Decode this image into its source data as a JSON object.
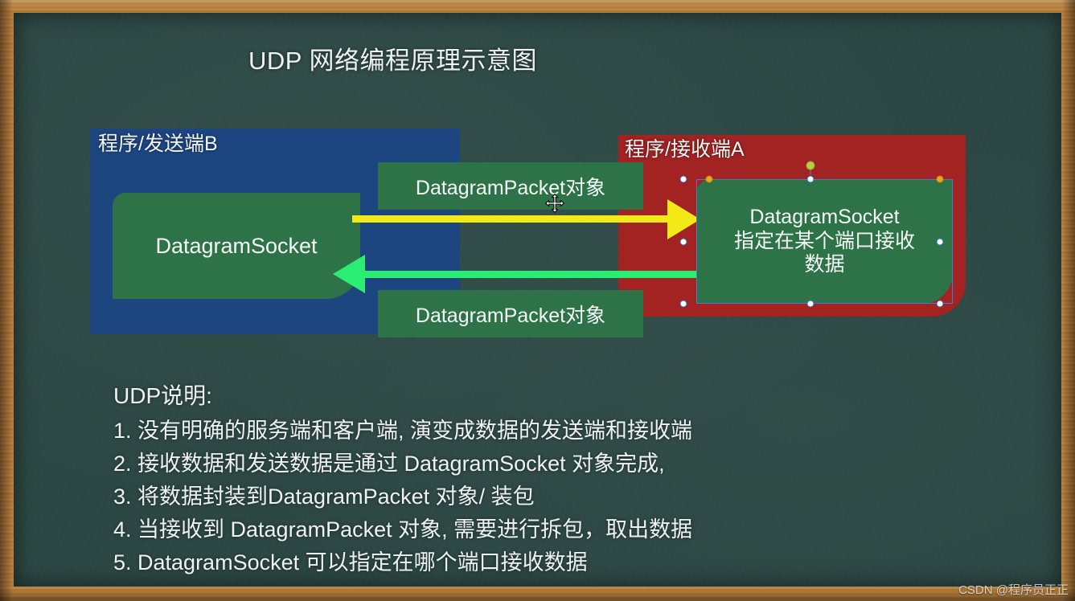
{
  "slide": {
    "title": "UDP 网络编程原理示意图",
    "watermark": "CSDN @程序员正正"
  },
  "diagram": {
    "sender": {
      "label": "程序/发送端B",
      "socket_label": "DatagramSocket",
      "panel_color": "#1d4580",
      "socket_color": "#2e7247"
    },
    "receiver": {
      "label": "程序/接收端A",
      "socket_line1": "DatagramSocket",
      "socket_line2": "指定在某个端口接收",
      "socket_line3": "数据",
      "panel_color": "#a32222",
      "socket_color": "#2e7247"
    },
    "packet_top_label": "DatagramPacket对象",
    "packet_bottom_label": "DatagramPacket对象",
    "arrow_send_color": "#f2e916",
    "arrow_receive_color": "#2aee74",
    "selection": {
      "outline_color": "#3f7fd0",
      "handle_color": "#ffffff",
      "adjust_handle_color": "#eda51e",
      "rotate_handle_color": "#b5cf4a"
    },
    "cursor": "move-cursor"
  },
  "notes": {
    "heading": "UDP说明:",
    "items": [
      "1. 没有明确的服务端和客户端, 演变成数据的发送端和接收端",
      "2. 接收数据和发送数据是通过 DatagramSocket 对象完成,",
      "3. 将数据封装到DatagramPacket 对象/ 装包",
      "4. 当接收到 DatagramPacket 对象, 需要进行拆包，取出数据",
      "5. DatagramSocket 可以指定在哪个端口接收数据"
    ]
  }
}
